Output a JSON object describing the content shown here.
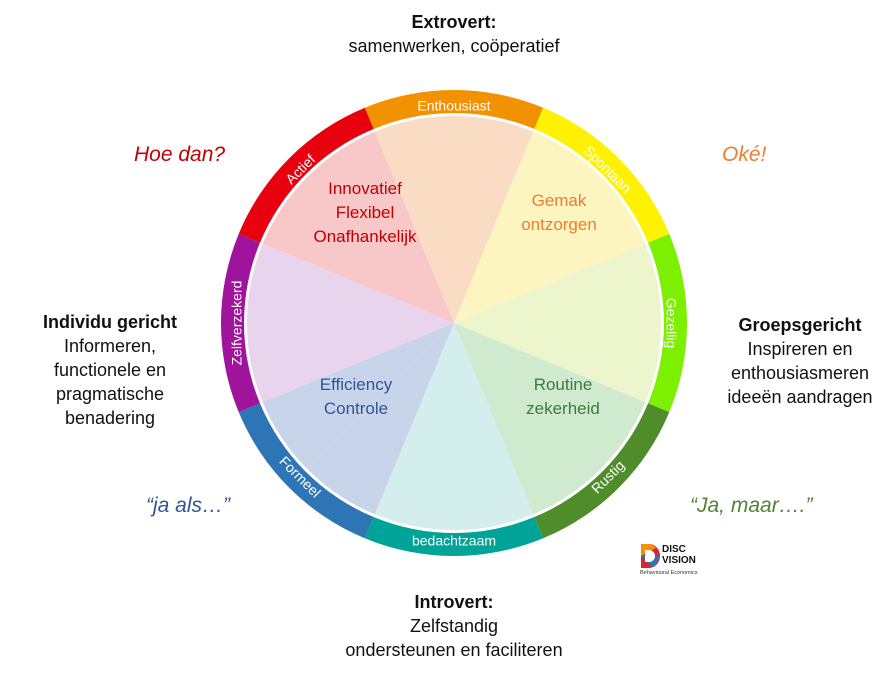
{
  "top": {
    "title": "Extrovert:",
    "subtitle": "samenwerken, coöperatief"
  },
  "bottom": {
    "title": "Introvert:",
    "line1": "Zelfstandig",
    "line2": "ondersteunen en faciliteren"
  },
  "left": {
    "title": "Individu gericht",
    "line1": "Informeren,",
    "line2": "functionele en",
    "line3": "pragmatische",
    "line4": "benadering"
  },
  "right": {
    "title": "Groepsgericht",
    "line1": "Inspireren en",
    "line2": "enthousiasmeren",
    "line3": "ideeën aandragen"
  },
  "quotes": {
    "top_left": {
      "text": "Hoe dan?",
      "color": "#c00000"
    },
    "top_right": {
      "text": "Oké!",
      "color": "#ed7d31"
    },
    "bottom_left": {
      "text": "“ja als…”",
      "color": "#2e5597"
    },
    "bottom_right": {
      "text": "“Ja, maar….”",
      "color": "#548235"
    }
  },
  "segments": [
    {
      "label": "Enthousiast",
      "color": "#f39200"
    },
    {
      "label": "Spontaan",
      "color": "#fff200"
    },
    {
      "label": "Gezellig",
      "color": "#7cf000"
    },
    {
      "label": "Rustig",
      "color": "#4f8c2a"
    },
    {
      "label": "bedachtzaam",
      "color": "#00a398"
    },
    {
      "label": "Formeel",
      "color": "#2e75b6"
    },
    {
      "label": "Zelfverzekerd",
      "color": "#a0139c"
    },
    {
      "label": "Actief",
      "color": "#e8000e"
    }
  ],
  "quadrants": {
    "red": {
      "lines": [
        "Innovatief",
        "Flexibel",
        "Onafhankelijk"
      ],
      "color": "#c00000"
    },
    "yellow": {
      "lines": [
        "Gemak",
        "ontzorgen"
      ],
      "color": "#ed7d31"
    },
    "blue": {
      "lines": [
        "Efficiency",
        "Controle"
      ],
      "color": "#2e5597"
    },
    "green": {
      "lines": [
        "Routine",
        "zekerheid"
      ],
      "color": "#3a7d3a"
    }
  },
  "logo": {
    "title_line1": "DISC",
    "title_line2": "VISION",
    "subtitle": "Behavioural Economics"
  }
}
